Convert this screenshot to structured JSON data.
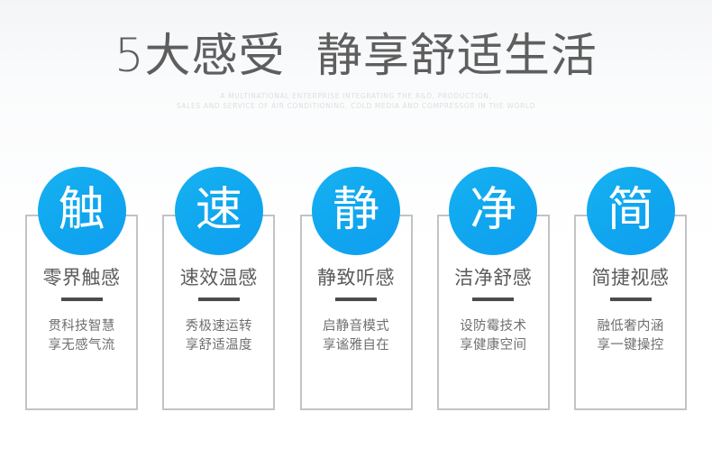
{
  "header": {
    "headline": "5大感受  静享舒适生活",
    "subline_1": "A MULTINATIONAL ENTERPRISE INTEGRATING THE R&D, PRODUCTION,",
    "subline_2": "SALES AND SERVICE OF AIR CONDITIONING, COLD MEDIA AND COMPRESSOR IN THE WORLD"
  },
  "colors": {
    "circle_light": "#17b2f2",
    "circle_deep": "#0f9ef0",
    "card_border": "#c2c3c5",
    "headline_text": "#5e5e5e",
    "subline_text": "#dddee0",
    "card_title_text": "#5b5b5b",
    "card_body_text": "#6f6f6f",
    "divider": "#4c4c4c",
    "background": "#fafbfc"
  },
  "cards": [
    {
      "badge": "触",
      "title": "零界触感",
      "line_1": "贯科技智慧",
      "line_2": "享无感气流"
    },
    {
      "badge": "速",
      "title": "速效温感",
      "line_1": "秀极速运转",
      "line_2": "享舒适温度"
    },
    {
      "badge": "静",
      "title": "静致听感",
      "line_1": "启静音模式",
      "line_2": "享谧雅自在"
    },
    {
      "badge": "净",
      "title": "洁净舒感",
      "line_1": "设防霉技术",
      "line_2": "享健康空间"
    },
    {
      "badge": "简",
      "title": "简捷视感",
      "line_1": "融低奢内涵",
      "line_2": "享一键操控"
    }
  ]
}
